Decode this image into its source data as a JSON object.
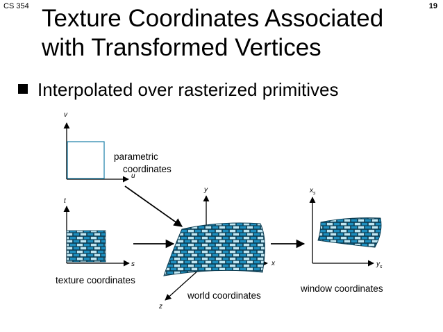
{
  "header": {
    "course": "CS 354",
    "page": "19"
  },
  "title": {
    "line1": "Texture Coordinates Associated",
    "line2": "with Transformed Vertices"
  },
  "bullet": "Interpolated over rasterized primitives",
  "figure": {
    "param_label_1": "parametric",
    "param_label_2": "coordinates",
    "texture_label": "texture coordinates",
    "world_label": "world coordinates",
    "window_label": "window coordinates",
    "axes": {
      "v": "v",
      "u": "u",
      "t": "t",
      "s": "s",
      "y": "y",
      "x": "x",
      "z": "z",
      "xs": "x",
      "xs_sub": "s",
      "ys": "y",
      "ys_sub": "s"
    },
    "colors": {
      "brick_dark": "#1f8fbf",
      "brick_light": "#bfe6f2",
      "mortar": "#0a3a4f",
      "param_square": "#1a7fa8"
    }
  }
}
